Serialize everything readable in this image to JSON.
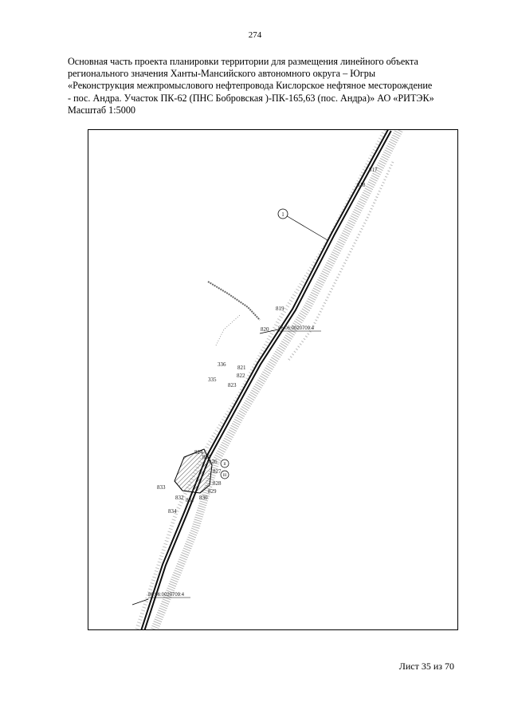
{
  "page_number": "274",
  "title_lines": [
    "Основная часть проекта планировки  территории для размещения линейного объекта",
    "регионального значения Ханты-Мансийского автономного округа – Югры",
    "«Реконструкция межпромыслового нефтепровода Кислорское нефтяное месторождение",
    "- пос. Андра. Участок ПК-62 (ПНС Бобровская )-ПК-165,63 (пос. Андра)» АО «РИТЭК»",
    "Масштаб 1:5000"
  ],
  "map": {
    "point_labels": {
      "p817": "817",
      "p818": "818",
      "p819": "819",
      "p820": "820",
      "p821": "821",
      "p822": "822",
      "p823": "823",
      "p824": "824",
      "p825": "825",
      "p826": "826",
      "p827": "827",
      "p828": "828",
      "p829": "829",
      "p830": "830",
      "p831": "831",
      "p832": "832",
      "p833": "833",
      "p834": "834",
      "p335": "335",
      "p336": "336"
    },
    "zone_markers": {
      "m1": "1",
      "m2": "II",
      "m3": "III"
    },
    "cadastral_labels": {
      "top": "86:06:0020709:4",
      "bottom": "86:06:0020709:4"
    }
  },
  "footer": {
    "sheet": "Лист 35 из 70"
  }
}
